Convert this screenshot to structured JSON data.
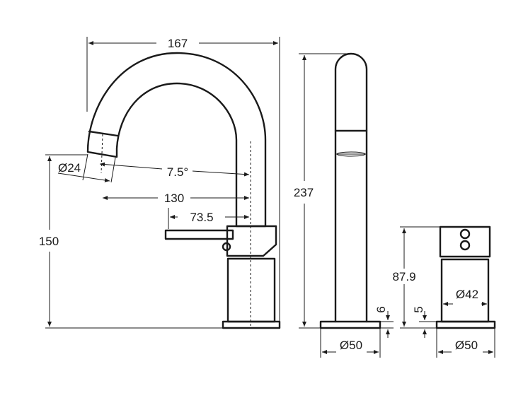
{
  "dimensions": {
    "spout_reach_total": "167",
    "spout_outlet_diameter": "Ø24",
    "spout_outlet_angle": "7.5°",
    "spout_reach": "130",
    "lever_to_spout": "73.5",
    "spout_height": "150",
    "total_height": "237",
    "body_base_height": "6",
    "body_base_diameter": "Ø50",
    "handle_height": "87.9",
    "handle_diameter": "Ø42",
    "handle_base_height": "5",
    "handle_base_diameter": "Ø50"
  }
}
